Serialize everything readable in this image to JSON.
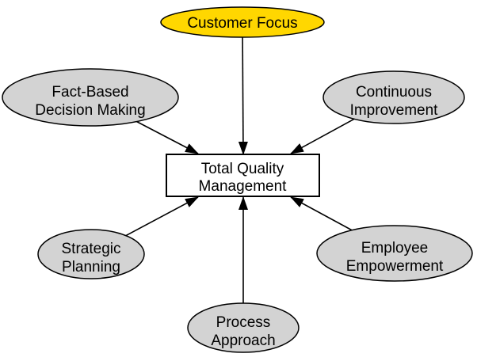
{
  "diagram": {
    "title": "Total Quality Management concept diagram",
    "colors": {
      "highlight_fill": "#FFD700",
      "node_fill": "#D3D3D3",
      "center_fill": "#FFFFFF",
      "stroke": "#000000",
      "text": "#000000",
      "background": "#FFFFFF"
    },
    "center_node": {
      "id": "total-quality-management",
      "shape": "rectangle",
      "line1": "Total Quality",
      "line2": "Management"
    },
    "nodes": {
      "customer_focus": {
        "shape": "ellipse",
        "highlighted": true,
        "line1": "Customer Focus"
      },
      "fact_based": {
        "shape": "ellipse",
        "line1": "Fact-Based",
        "line2": "Decision Making"
      },
      "continuous_improvement": {
        "shape": "ellipse",
        "line1": "Continuous",
        "line2": "Improvement"
      },
      "strategic_planning": {
        "shape": "ellipse",
        "line1": "Strategic",
        "line2": "Planning"
      },
      "employee_empowerment": {
        "shape": "ellipse",
        "line1": "Employee",
        "line2": "Empowerment"
      },
      "process_approach": {
        "shape": "ellipse",
        "line1": "Process",
        "line2": "Approach"
      }
    },
    "edges": [
      {
        "from": "Customer Focus",
        "to": "Total Quality Management"
      },
      {
        "from": "Fact-Based Decision Making",
        "to": "Total Quality Management"
      },
      {
        "from": "Continuous Improvement",
        "to": "Total Quality Management"
      },
      {
        "from": "Strategic Planning",
        "to": "Total Quality Management"
      },
      {
        "from": "Employee Empowerment",
        "to": "Total Quality Management"
      },
      {
        "from": "Process Approach",
        "to": "Total Quality Management"
      }
    ]
  }
}
